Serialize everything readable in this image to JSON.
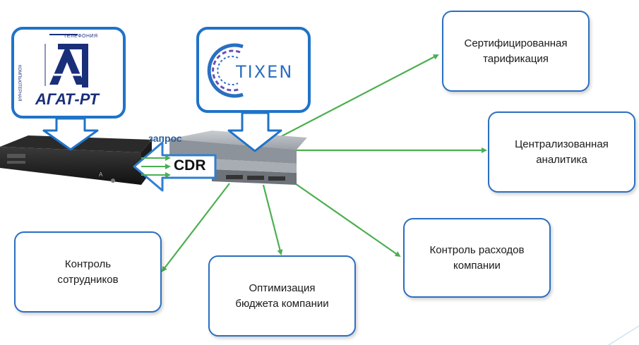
{
  "logos": {
    "agat": {
      "name": "АГАТ-РТ",
      "tagline_top": "ТЕЛЕФОНИЯ",
      "tagline_side": "КОМПЬЮТЕРНАЯ"
    },
    "tixen": {
      "name": "TIXEN"
    }
  },
  "flow": {
    "request_label": "запрос",
    "cdr_label": "CDR"
  },
  "boxes": {
    "certified_billing": {
      "line1": "Сертифицированная",
      "line2": "тарификация"
    },
    "centralized_analytics": {
      "line1": "Централизованная",
      "line2": "аналитика"
    },
    "expense_control": {
      "line1": "Контроль расходов",
      "line2": "компании"
    },
    "budget_optimization": {
      "line1": "Оптимизация",
      "line2": "бюджета компании"
    },
    "employee_control": {
      "line1": "Контроль",
      "line2": "сотрудников"
    }
  },
  "colors": {
    "box_border": "#2a6fc1",
    "logo_border": "#1f73c8",
    "arrow_green": "#4caf50",
    "cdr_arrow": "#2f7fd1"
  }
}
